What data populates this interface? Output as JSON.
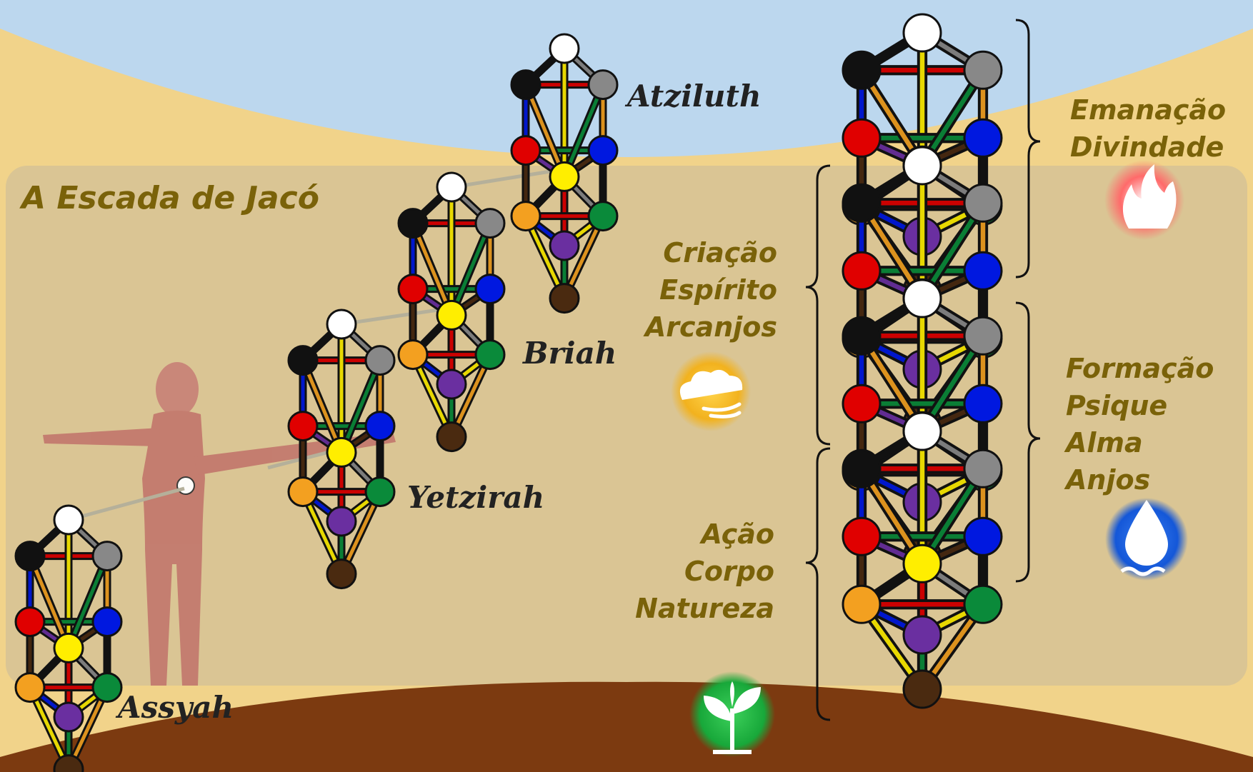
{
  "title": "A Escada de Jacó",
  "worlds": {
    "atziluth": "Atziluth",
    "briah": "Briah",
    "yetzirah": "Yetzirah",
    "assyah": "Assyah"
  },
  "levels": {
    "emanation": [
      "Emanação",
      "Divindade"
    ],
    "creation": [
      "Criação",
      "Espírito",
      "Arcanjos"
    ],
    "formation": [
      "Formação",
      "Psique",
      "Alma",
      "Anjos"
    ],
    "action": [
      "Ação",
      "Corpo",
      "Natureza"
    ]
  },
  "element_icons": {
    "fire": "fire-icon",
    "air": "air-cloud-icon",
    "water": "water-drop-icon",
    "earth": "earth-plant-icon"
  },
  "colors": {
    "sky": "#bcd7ee",
    "sand": "#f1d38a",
    "panel": "#d8c395",
    "earth": "#7c3a10",
    "label_gold": "#7a6209",
    "sephira_colors": [
      "#ffffff",
      "#111111",
      "#888888",
      "#e00000",
      "#0018e0",
      "#ffee00",
      "#f3a020",
      "#0a8a3a",
      "#6a2fa0",
      "#4a2a10"
    ]
  }
}
